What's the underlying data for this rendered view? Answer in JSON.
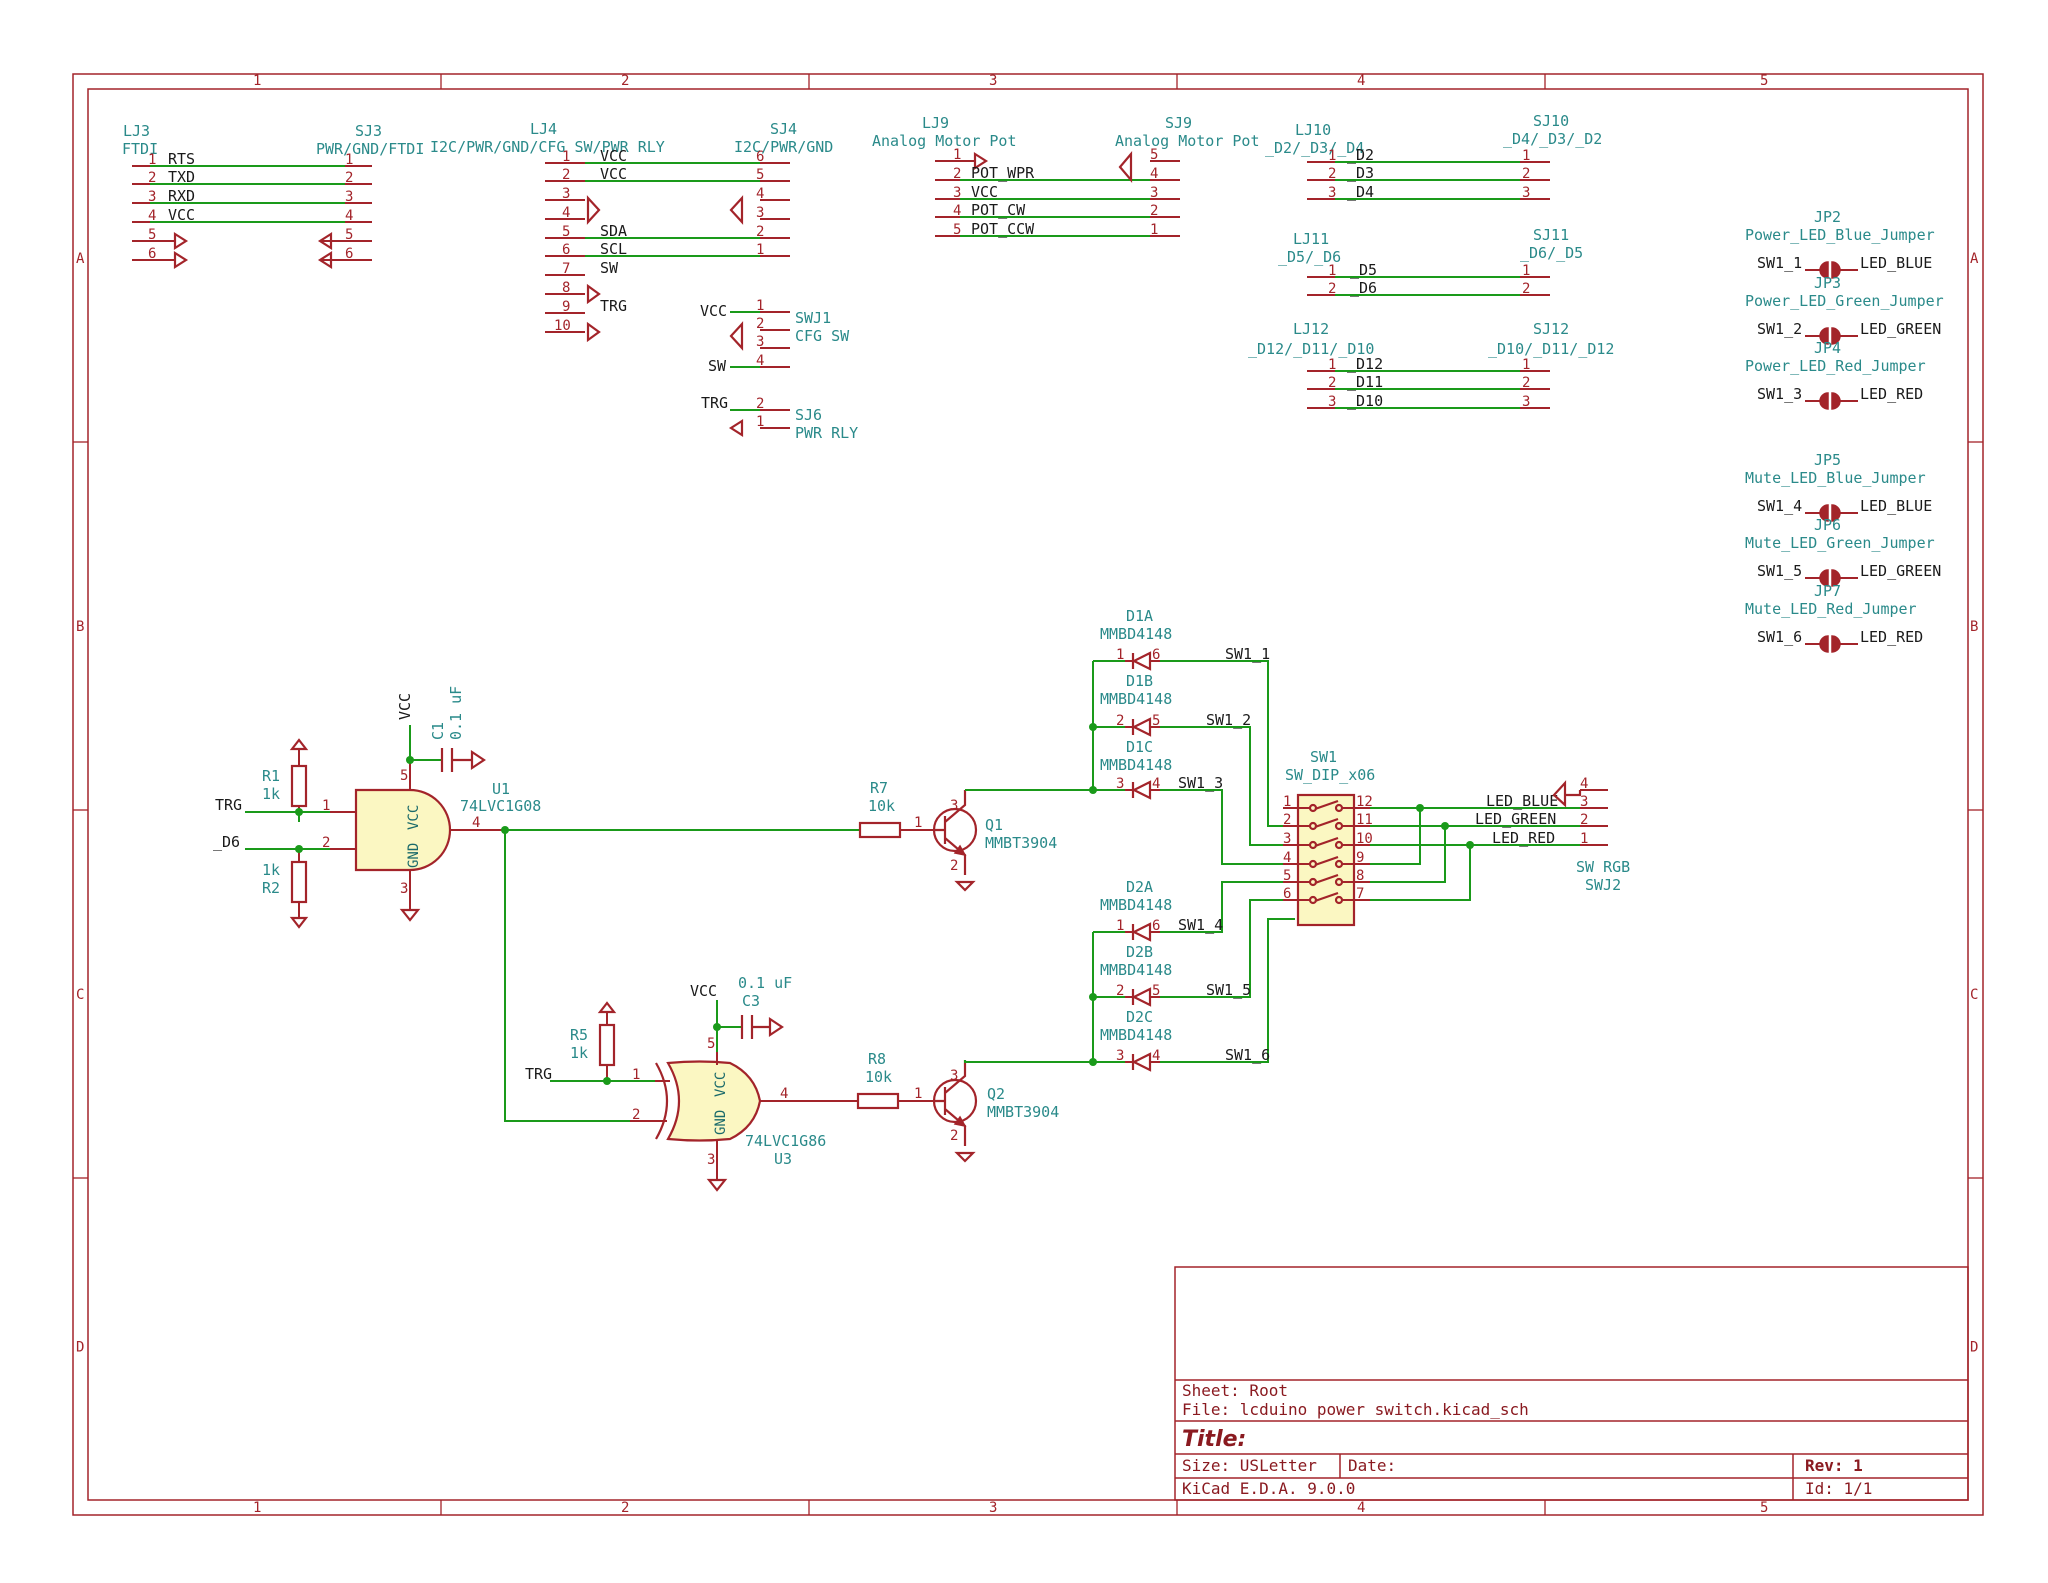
{
  "border": {
    "cols": [
      "1",
      "2",
      "3",
      "4",
      "5"
    ],
    "rows": [
      "A",
      "B",
      "C",
      "D"
    ]
  },
  "title_block": {
    "sheet": "Sheet: Root",
    "file": "File: lcduino power switch.kicad_sch",
    "title": "Title:",
    "size": "Size: USLetter",
    "date": "Date:",
    "rev": "Rev: 1",
    "tool": "KiCad E.D.A. 9.0.0",
    "id": "Id: 1/1"
  },
  "connectors": {
    "lj3": {
      "ref": "LJ3",
      "val": "FTDI"
    },
    "sj3": {
      "ref": "SJ3",
      "val": "PWR/GND/FTDI"
    },
    "lj4": {
      "ref": "LJ4",
      "val": "I2C/PWR/GND/CFG SW/PWR RLY"
    },
    "sj4": {
      "ref": "SJ4",
      "val": "I2C/PWR/GND"
    },
    "lj9": {
      "ref": "LJ9",
      "val": "Analog Motor Pot"
    },
    "sj9": {
      "ref": "SJ9",
      "val": "Analog Motor Pot"
    },
    "lj10": {
      "ref": "LJ10",
      "val": "_D2/_D3/_D4"
    },
    "sj10": {
      "ref": "SJ10",
      "val": "_D4/_D3/_D2"
    },
    "lj11": {
      "ref": "LJ11",
      "val": "_D5/_D6"
    },
    "sj11": {
      "ref": "SJ11",
      "val": "_D6/_D5"
    },
    "lj12": {
      "ref": "LJ12",
      "val": "_D12/_D11/_D10"
    },
    "sj12": {
      "ref": "SJ12",
      "val": "_D10/_D11/_D12"
    },
    "swj1": {
      "ref": "SWJ1",
      "val": "CFG SW"
    },
    "sj6": {
      "ref": "SJ6",
      "val": "PWR RLY"
    },
    "swj2": {
      "ref": "SWJ2",
      "val": "SW RGB"
    }
  },
  "nets": {
    "rts": "RTS",
    "txd": "TXD",
    "rxd": "RXD",
    "vcc": "VCC",
    "sda": "SDA",
    "scl": "SCL",
    "sw": "SW",
    "trg": "TRG",
    "pot_wpr": "POT_WPR",
    "pot_cw": "POT_CW",
    "pot_ccw": "POT_CCW",
    "d2": "_D2",
    "d3": "_D3",
    "d4": "_D4",
    "d5": "_D5",
    "d6": "_D6",
    "d10": "_D10",
    "d11": "_D11",
    "d12": "_D12",
    "sw1_1": "SW1_1",
    "sw1_2": "SW1_2",
    "sw1_3": "SW1_3",
    "sw1_4": "SW1_4",
    "sw1_5": "SW1_5",
    "sw1_6": "SW1_6",
    "led_blue": "LED_BLUE",
    "led_green": "LED_GREEN",
    "led_red": "LED_RED"
  },
  "jumpers": [
    {
      "ref": "JP2",
      "val": "Power_LED_Blue_Jumper",
      "left": "SW1_1",
      "right": "LED_BLUE"
    },
    {
      "ref": "JP3",
      "val": "Power_LED_Green_Jumper",
      "left": "SW1_2",
      "right": "LED_GREEN"
    },
    {
      "ref": "JP4",
      "val": "Power_LED_Red_Jumper",
      "left": "SW1_3",
      "right": "LED_RED"
    },
    {
      "ref": "JP5",
      "val": "Mute_LED_Blue_Jumper",
      "left": "SW1_4",
      "right": "LED_BLUE"
    },
    {
      "ref": "JP6",
      "val": "Mute_LED_Green_Jumper",
      "left": "SW1_5",
      "right": "LED_GREEN"
    },
    {
      "ref": "JP7",
      "val": "Mute_LED_Red_Jumper",
      "left": "SW1_6",
      "right": "LED_RED"
    }
  ],
  "parts": {
    "r1": {
      "ref": "R1",
      "val": "1k"
    },
    "r2": {
      "ref": "R2",
      "val": "1k"
    },
    "r5": {
      "ref": "R5",
      "val": "1k"
    },
    "r7": {
      "ref": "R7",
      "val": "10k"
    },
    "r8": {
      "ref": "R8",
      "val": "10k"
    },
    "c1": {
      "ref": "C1",
      "val": "0.1 uF"
    },
    "c3": {
      "ref": "C3",
      "val": "0.1 uF"
    },
    "u1": {
      "ref": "U1",
      "val": "74LVC1G08",
      "vcc": "VCC",
      "gnd": "GND"
    },
    "u3": {
      "ref": "U3",
      "val": "74LVC1G86",
      "vcc": "VCC",
      "gnd": "GND"
    },
    "q1": {
      "ref": "Q1",
      "val": "MMBT3904"
    },
    "q2": {
      "ref": "Q2",
      "val": "MMBT3904"
    },
    "sw1": {
      "ref": "SW1",
      "val": "SW_DIP_x06"
    },
    "d1a": {
      "ref": "D1A",
      "val": "MMBD4148"
    },
    "d1b": {
      "ref": "D1B",
      "val": "MMBD4148"
    },
    "d1c": {
      "ref": "D1C",
      "val": "MMBD4148"
    },
    "d2a": {
      "ref": "D2A",
      "val": "MMBD4148"
    },
    "d2b": {
      "ref": "D2B",
      "val": "MMBD4148"
    },
    "d2c": {
      "ref": "D2C",
      "val": "MMBD4148"
    }
  }
}
